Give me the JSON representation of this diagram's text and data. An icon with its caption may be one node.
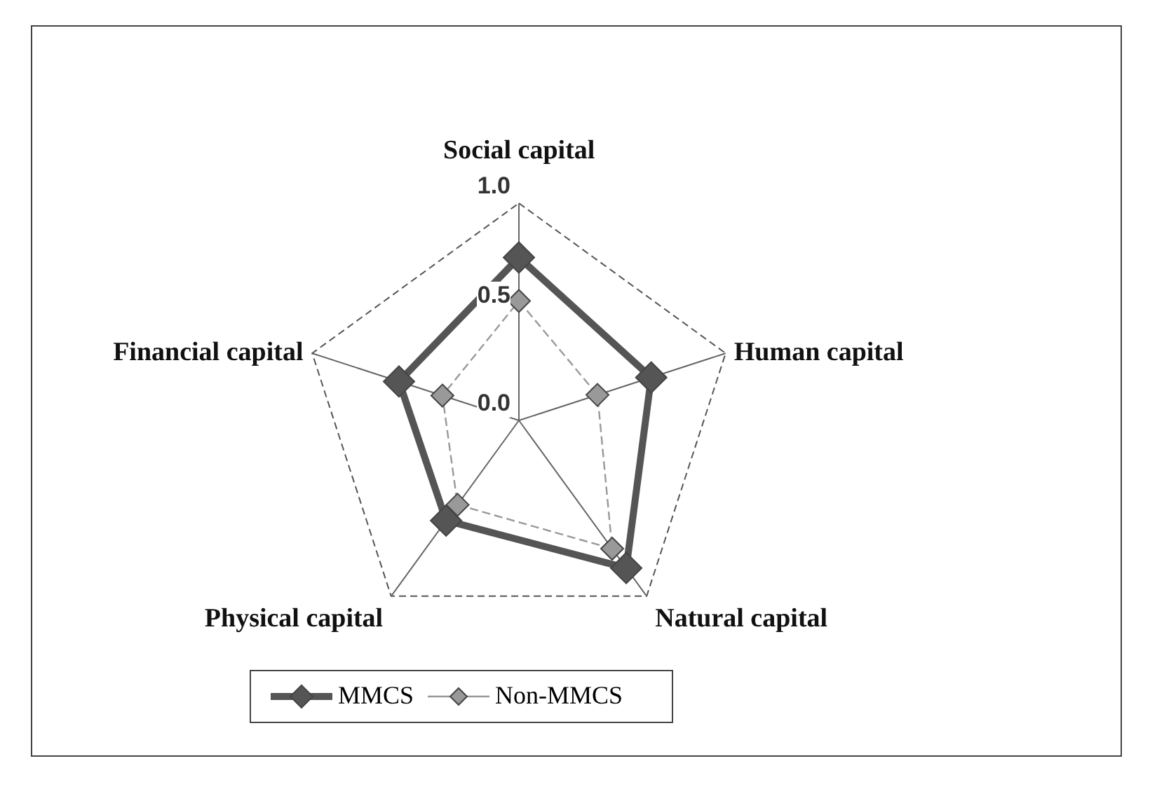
{
  "diagram": {
    "chart_data": {
      "type": "radar",
      "categories": [
        "Social capital",
        "Human capital",
        "Natural capital",
        "Physical capital",
        "Financial capital"
      ],
      "ylim": [
        0,
        1
      ],
      "legend": "bottom",
      "yticks": [
        {
          "value": 0,
          "label": "0.0"
        },
        {
          "value": 0.5,
          "label": "0.5"
        },
        {
          "value": 1,
          "label": "1.0"
        }
      ],
      "series": [
        {
          "name": "MMCS",
          "color": "#555555",
          "values": [
            0.75,
            0.64,
            0.84,
            0.57,
            0.58
          ]
        },
        {
          "name": "Non-MMCS",
          "color": "#999999",
          "values": [
            0.55,
            0.38,
            0.73,
            0.48,
            0.37
          ]
        }
      ]
    }
  }
}
